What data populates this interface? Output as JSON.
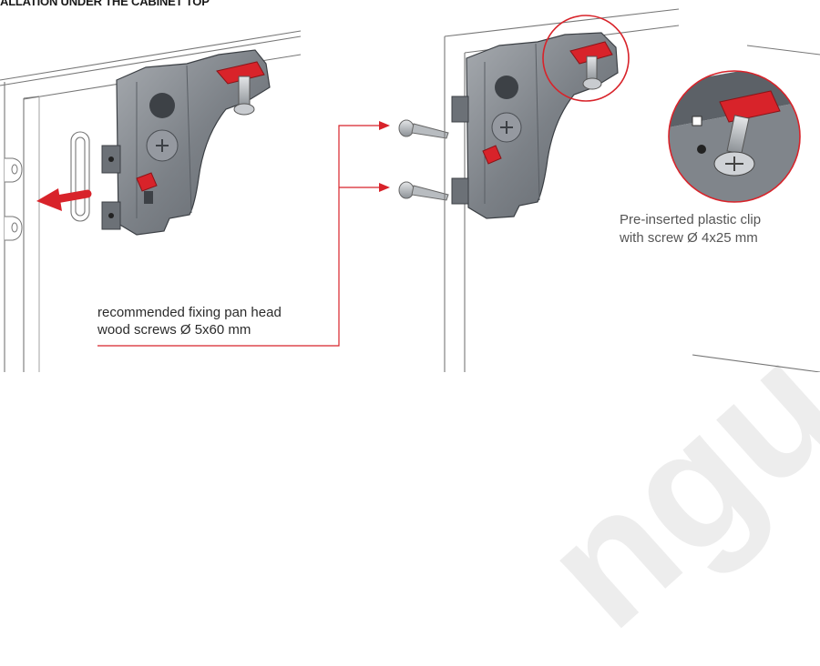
{
  "title": "ALLATION UNDER THE CABINET TOP",
  "callouts": {
    "screws": {
      "line1": "recommended fixing pan head",
      "line2": "wood screws Ø 5x60 mm"
    },
    "clip": {
      "line1": "Pre-inserted plastic clip",
      "line2": "with screw Ø 4x25 mm"
    }
  },
  "watermark": "ngu",
  "colors": {
    "accent_red": "#d8232a",
    "bracket_grey": "#7b8086",
    "line_grey": "#9a9a9a"
  }
}
